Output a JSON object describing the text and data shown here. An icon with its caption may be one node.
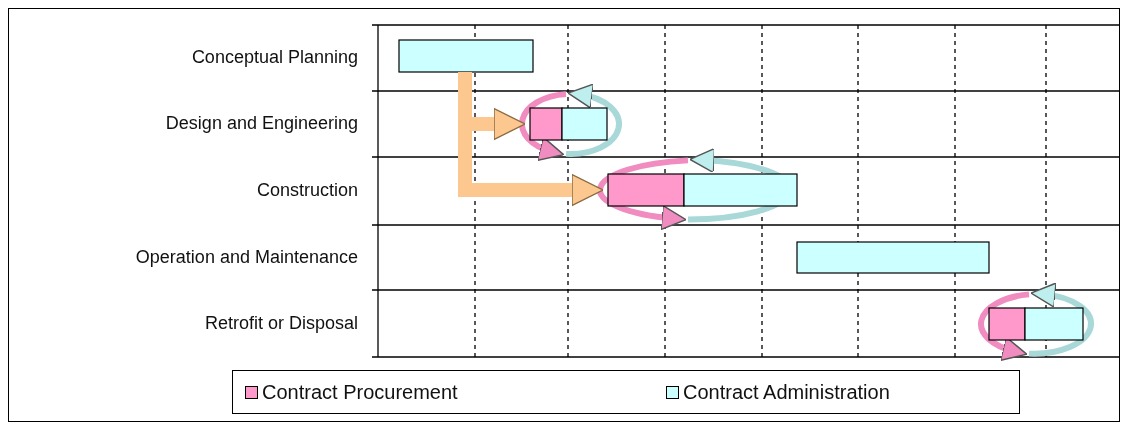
{
  "diagram": {
    "nodes": [
      {
        "text": [],
        "shape": "bar"
      },
      {
        "text": [],
        "shape": "bar"
      },
      {
        "text": [],
        "shape": "bar"
      },
      {
        "text": [],
        "shape": "bar"
      },
      {
        "text": [],
        "shape": "bar"
      },
      {
        "text": [],
        "shape": "bar"
      },
      {
        "text": [],
        "shape": "bar"
      },
      {
        "text": [],
        "shape": "bar"
      }
    ],
    "edges": [
      {
        "from": 0,
        "to": 1,
        "arrow": "to"
      },
      {
        "from": 0,
        "to": 3,
        "arrow": "to"
      }
    ],
    "labels": [
      "Conceptual Planning",
      "Design and Engineering",
      "Construction",
      "Operation and Maintenance",
      "Retrofit or Disposal"
    ],
    "legend": [
      {
        "text": "Contract Procurement",
        "color": "#ff99cc"
      },
      {
        "text": "Contract Administration",
        "color": "#ccffff"
      }
    ]
  }
}
